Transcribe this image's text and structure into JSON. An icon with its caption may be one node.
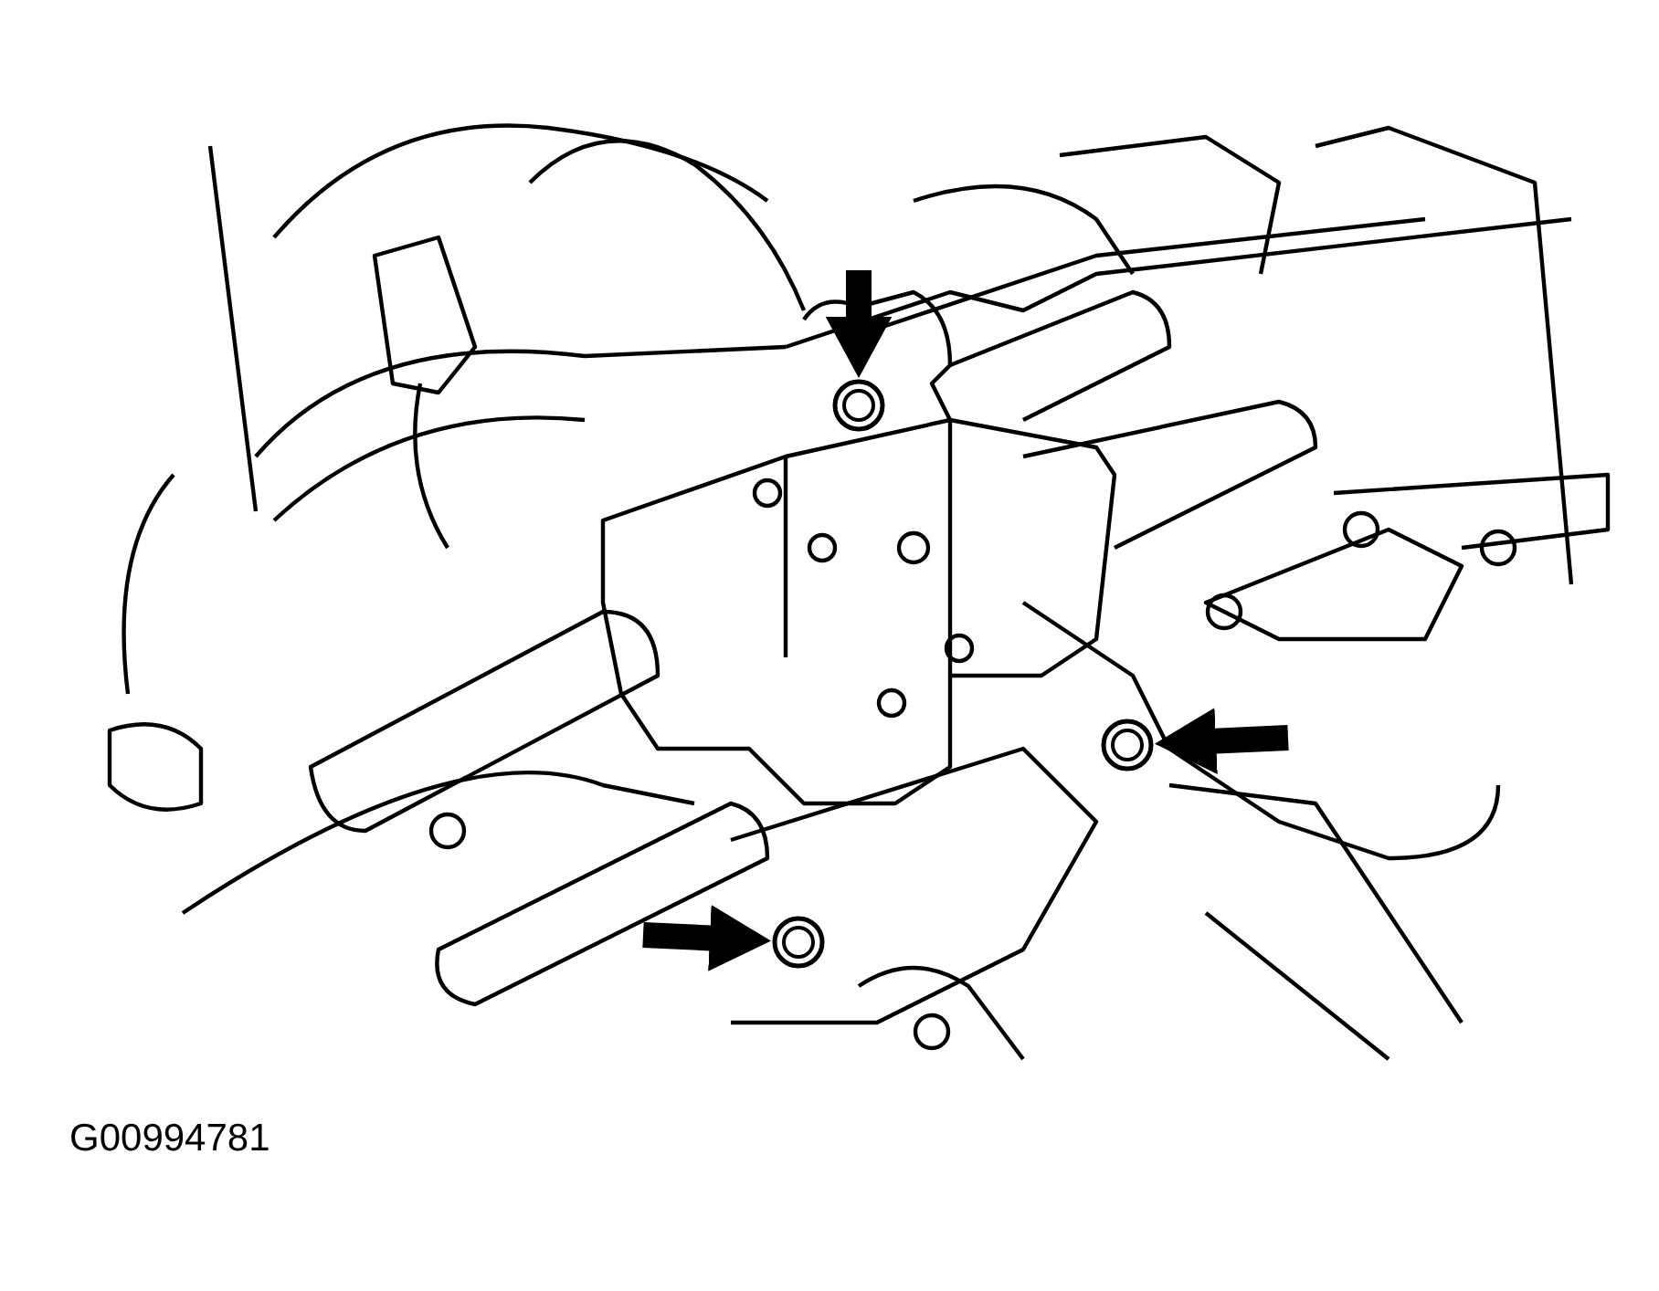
{
  "diagram": {
    "nodes": [
      {
        "text": [],
        "shape": "circle"
      },
      {
        "text": [],
        "shape": "circle"
      },
      {
        "text": [],
        "shape": "circle"
      }
    ],
    "edges": [
      {
        "from": null,
        "to": 0,
        "arrow": "to"
      },
      {
        "from": null,
        "to": 1,
        "arrow": "to"
      },
      {
        "from": null,
        "to": 2,
        "arrow": "to"
      }
    ],
    "labels": [
      "G00994781"
    ]
  }
}
